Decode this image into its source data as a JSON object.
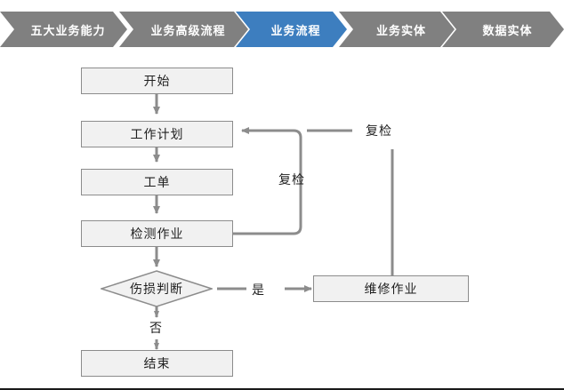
{
  "breadcrumb": {
    "active_color": "#3d7ebf",
    "inactive_color": "#808080",
    "text_color": "#ffffff",
    "items": [
      {
        "label": "五大业务能力",
        "active": false
      },
      {
        "label": "业务高级流程",
        "active": false
      },
      {
        "label": "业务流程",
        "active": true
      },
      {
        "label": "业务实体",
        "active": false
      },
      {
        "label": "数据实体",
        "active": false
      }
    ]
  },
  "flowchart": {
    "node_fill": "#f1f1f1",
    "node_border": "#8c8c8c",
    "wire_color": "#8c8c8c",
    "text_color": "#1f1f1f",
    "nodes": {
      "start": "开始",
      "work_plan": "工作计划",
      "work_order": "工单",
      "inspection": "检测作业",
      "damage_decision": "伤损判断",
      "repair": "维修作业",
      "end": "结束"
    },
    "edge_labels": {
      "recheck_inner": "复检",
      "recheck_outer": "复检",
      "yes": "是",
      "no": "否"
    }
  }
}
